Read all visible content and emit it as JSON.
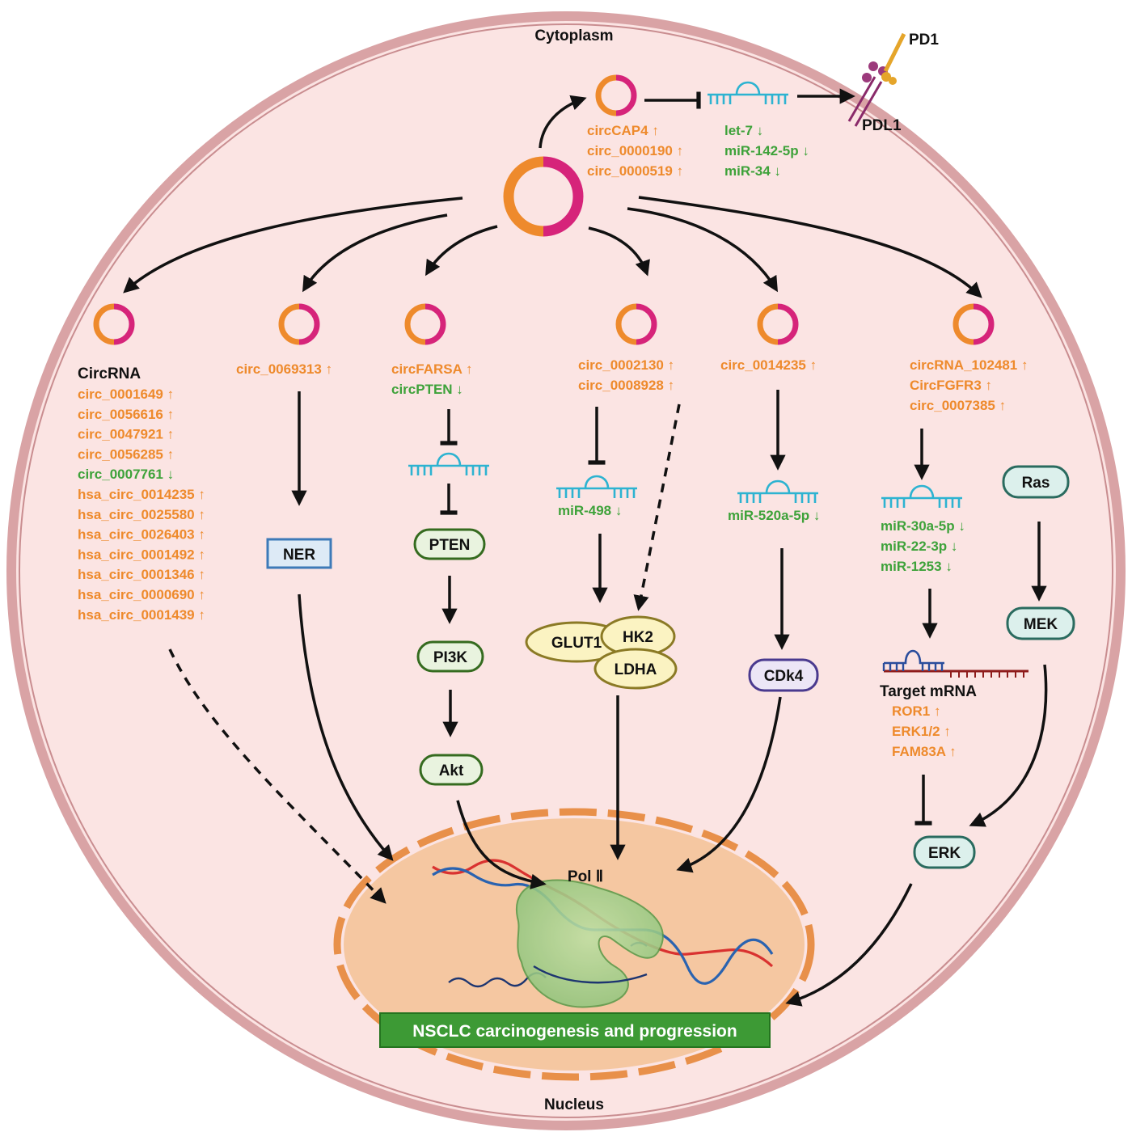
{
  "compartments": {
    "cytoplasm": "Cytoplasm",
    "nucleus": "Nucleus"
  },
  "immune": {
    "pd1": "PD1",
    "pdl1": "PDL1"
  },
  "top_branch": {
    "circrnas": [
      "circCAP4 ↑",
      "circ_0000190 ↑",
      "circ_0000519 ↑"
    ],
    "mirnas": [
      "let-7 ↓",
      "miR-142-5p ↓",
      "miR-34 ↓"
    ]
  },
  "branch1": {
    "heading": "CircRNA",
    "items": [
      {
        "text": "circ_0001649 ↑",
        "color": "#ee8a2c"
      },
      {
        "text": "circ_0056616 ↑",
        "color": "#ee8a2c"
      },
      {
        "text": "circ_0047921 ↑",
        "color": "#ee8a2c"
      },
      {
        "text": "circ_0056285 ↑",
        "color": "#ee8a2c"
      },
      {
        "text": "circ_0007761 ↓",
        "color": "#3ea23a"
      },
      {
        "text": "hsa_circ_0014235 ↑",
        "color": "#ee8a2c"
      },
      {
        "text": "hsa_circ_0025580 ↑",
        "color": "#ee8a2c"
      },
      {
        "text": "hsa_circ_0026403 ↑",
        "color": "#ee8a2c"
      },
      {
        "text": "hsa_circ_0001492 ↑",
        "color": "#ee8a2c"
      },
      {
        "text": "hsa_circ_0001346 ↑",
        "color": "#ee8a2c"
      },
      {
        "text": "hsa_circ_0000690 ↑",
        "color": "#ee8a2c"
      },
      {
        "text": "hsa_circ_0001439 ↑",
        "color": "#ee8a2c"
      }
    ]
  },
  "branch2": {
    "circ": "circ_0069313 ↑",
    "node": "NER"
  },
  "branch3": {
    "circ_up": "circFARSA ↑",
    "circ_down": "circPTEN ↓",
    "nodes": [
      "PTEN",
      "PI3K",
      "Akt"
    ]
  },
  "branch4": {
    "circs": [
      "circ_0002130 ↑",
      "circ_0008928 ↑"
    ],
    "mirna": "miR-498 ↓",
    "enzymes": [
      "GLUT1",
      "HK2",
      "LDHA"
    ]
  },
  "branch5": {
    "circ": "circ_0014235 ↑",
    "mirna": "miR-520a-5p ↓",
    "node": "CDk4"
  },
  "branch6": {
    "circs": [
      "circRNA_102481 ↑",
      "CircFGFR3 ↑",
      "circ_0007385 ↑"
    ],
    "mirnas": [
      "miR-30a-5p ↓",
      "miR-22-3p ↓",
      "miR-1253 ↓"
    ],
    "target_label": "Target mRNA",
    "targets": [
      "ROR1 ↑",
      "ERK1/2 ↑",
      "FAM83A ↑"
    ],
    "mapk": [
      "Ras",
      "MEK",
      "ERK"
    ]
  },
  "nucleus_content": {
    "polymerase": "Pol Ⅱ",
    "outcome": "NSCLC carcinogenesis and progression"
  },
  "colors": {
    "upregulated": "#ee8a2c",
    "downregulated": "#3ea23a",
    "circ_orange": "#ee8a2c",
    "circ_magenta": "#d6247a",
    "cell_fill": "#fbe4e3",
    "cell_border": "#d9a3a5",
    "nucleus_fill": "#f5c7a1",
    "outcome_box": "#3d9a35",
    "mirna": "#2db3d1"
  }
}
